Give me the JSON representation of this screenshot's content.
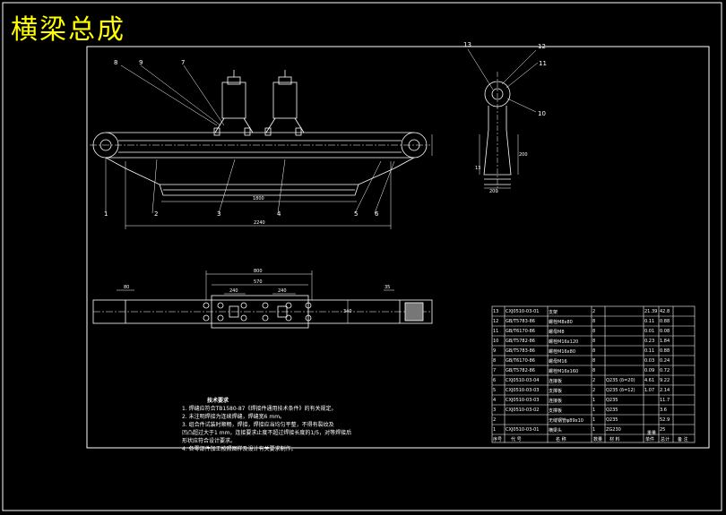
{
  "title": "横梁总成",
  "callouts": {
    "main": [
      "1",
      "2",
      "3",
      "4",
      "5",
      "6",
      "7",
      "8",
      "9"
    ],
    "side": [
      "10",
      "11",
      "12",
      "13"
    ]
  },
  "dimensions": {
    "inner_span": "1800",
    "overall_length": "2240",
    "plan_total": "800",
    "plan_mid": "570",
    "plan_left": "240",
    "plan_right": "240",
    "plan_end_left": "80",
    "plan_end_right": "35",
    "plan_height": "340",
    "side_height": "200",
    "side_width": "200",
    "side_low": "13"
  },
  "tech_requirements": {
    "heading": "技术要求",
    "items": [
      "1. 焊缝应符合TB1580-87《焊接件通用技术条件》的有关规定。",
      "2. 未注明焊接为连续焊缝，焊缝宽6 mm。",
      "3. 组合件试装时顺畅，焊接，焊接应当均匀平整，不得有裂纹及",
      "   凹凸超过大于1 mm，连接要求止度不超过焊接长度的1/5，对等焊接后",
      "   形状应符合设计要求。",
      "4. 各零部件加工按照图样及设计有关要求制作。"
    ]
  },
  "bom": {
    "headers": [
      "序号",
      "代 号",
      "名 称",
      "数量",
      "材 料",
      "单件",
      "总计",
      "备 注"
    ],
    "header_extra": "重量",
    "rows": [
      [
        "13",
        "CXJ0510-03-01",
        "支架",
        "2",
        "",
        "21.39",
        "42.8"
      ],
      [
        "12",
        "GB/T5783-86",
        "螺栓M8x80",
        "8",
        "",
        "0.11",
        "0.88"
      ],
      [
        "11",
        "GB/T6170-86",
        "螺母M8",
        "8",
        "",
        "0.01",
        "0.08"
      ],
      [
        "10",
        "GB/T5782-86",
        "螺栓M16x120",
        "8",
        "",
        "0.23",
        "1.84"
      ],
      [
        "9",
        "GB/T5783-86",
        "螺栓M16x80",
        "8",
        "",
        "0.11",
        "0.88"
      ],
      [
        "8",
        "GB/T6170-86",
        "螺母M16",
        "8",
        "",
        "0.03",
        "0.24"
      ],
      [
        "7",
        "GB/T5782-86",
        "螺栓M16x160",
        "8",
        "",
        "0.09",
        "0.72"
      ],
      [
        "6",
        "CXJ0510-03-04",
        "连接板",
        "2",
        "Q235 (δ=20)",
        "4.61",
        "9.22"
      ],
      [
        "5",
        "CXJ0510-03-03",
        "支撑板",
        "2",
        "Q235 (δ=12)",
        "1.07",
        "2.14"
      ],
      [
        "4",
        "CXJ0510-03-03",
        "连接板",
        "1",
        "Q235",
        "",
        "11.7"
      ],
      [
        "3",
        "CXJ0510-03-02",
        "支撑板",
        "1",
        "Q235",
        "",
        "3.6"
      ],
      [
        "2",
        "",
        "无缝钢管φ89x10",
        "1",
        "Q235",
        "",
        "52.9"
      ],
      [
        "1",
        "CXJ0510-03-01",
        "横梁头",
        "1",
        "ZG230",
        "",
        "25"
      ]
    ]
  }
}
